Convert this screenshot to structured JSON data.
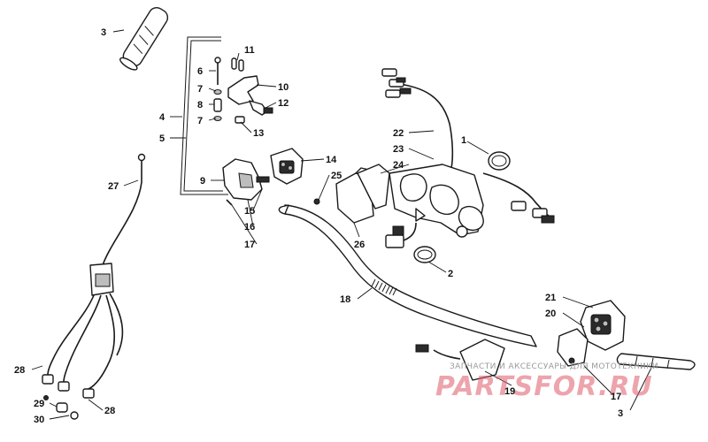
{
  "callouts": {
    "c1": "1",
    "c2": "2",
    "c3a": "3",
    "c3b": "3",
    "c4": "4",
    "c5": "5",
    "c6": "6",
    "c7a": "7",
    "c7b": "7",
    "c8": "8",
    "c9": "9",
    "c10": "10",
    "c11": "11",
    "c12": "12",
    "c13": "13",
    "c14": "14",
    "c15": "15",
    "c16": "16",
    "c17a": "17",
    "c17b": "17",
    "c18": "18",
    "c19": "19",
    "c20": "20",
    "c21": "21",
    "c22": "22",
    "c23": "23",
    "c24": "24",
    "c25": "25",
    "c26": "26",
    "c27": "27",
    "c28a": "28",
    "c28b": "28",
    "c29": "29",
    "c30": "30"
  },
  "watermark": {
    "subtitle": "ЗАПЧАСТИ И АКСЕССУАРЫ ДЛЯ МОТОТЕХНИКИ",
    "brand": "PARTSFOR.RU"
  }
}
